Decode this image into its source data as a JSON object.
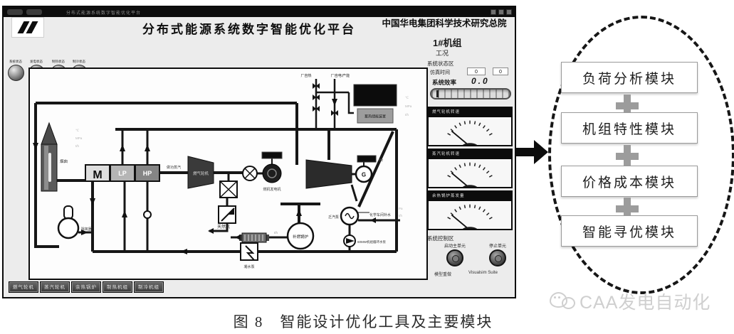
{
  "hmi": {
    "titlebar": "分布式能源系统数字智能优化平台",
    "app_title": "分布式能源系统数字智能优化平台",
    "org_title": "中国华电集团科学技术研究总院",
    "unit": "1#机组",
    "mode": "工况",
    "leds": [
      {
        "label": "系统状态"
      },
      {
        "label": "发电状态"
      },
      {
        "label": "制热状态"
      },
      {
        "label": "制冷状态"
      }
    ],
    "buttons": [
      {
        "label": "燃气轮机"
      },
      {
        "label": "蒸汽轮机"
      },
      {
        "label": "余热锅炉"
      },
      {
        "label": "制热机组"
      },
      {
        "label": "制冷机组"
      }
    ],
    "panel": {
      "status_section": "系统状态区",
      "sim_label": "仿真时间",
      "sim_value1": "0",
      "sim_value2": "0",
      "eff_label": "系统效率",
      "eff_value": "0.0",
      "gauges": [
        {
          "title": "燃气轮机转速"
        },
        {
          "title": "蒸汽轮机转速"
        },
        {
          "title": "余热锅炉蒸发量"
        }
      ],
      "control_section": "系统控制区",
      "knobs": [
        {
          "label": "启动主单元"
        },
        {
          "label": "停止单元"
        }
      ],
      "footer_left": "模型重做",
      "footer_right": "Visualsim Suite"
    },
    "diagram": {
      "stack": "烟囱",
      "m": "M",
      "lp": "LP",
      "hp": "HP",
      "gas_turbine": "燃气轮机",
      "work_steam": "做功蒸汽",
      "generator1": "燃机发电机",
      "natural_gas": "天然气",
      "g_label": "G",
      "hz": "Hz",
      "vac_pump": "乏汽泵",
      "makeup": "化学车间补水",
      "circ_pump": "60MW机组循环水泵",
      "boiler": "补燃锅炉",
      "deaerator": "除氧器",
      "cond_pump": "凝水泵",
      "plant_heat": "厂自热",
      "plant_power": "厂自电/产能",
      "storage": "蓄热储能装置",
      "units": [
        "℃",
        "MPa",
        "t/h"
      ],
      "units2": [
        "Pa",
        "t/h"
      ]
    }
  },
  "modules": {
    "items": [
      {
        "label": "负荷分析模块"
      },
      {
        "label": "机组特性模块"
      },
      {
        "label": "价格成本模块"
      },
      {
        "label": "智能寻优模块"
      }
    ]
  },
  "figure": {
    "caption": "图 8　智能设计优化工具及主要模块",
    "watermark": "CAA发电自动化"
  }
}
